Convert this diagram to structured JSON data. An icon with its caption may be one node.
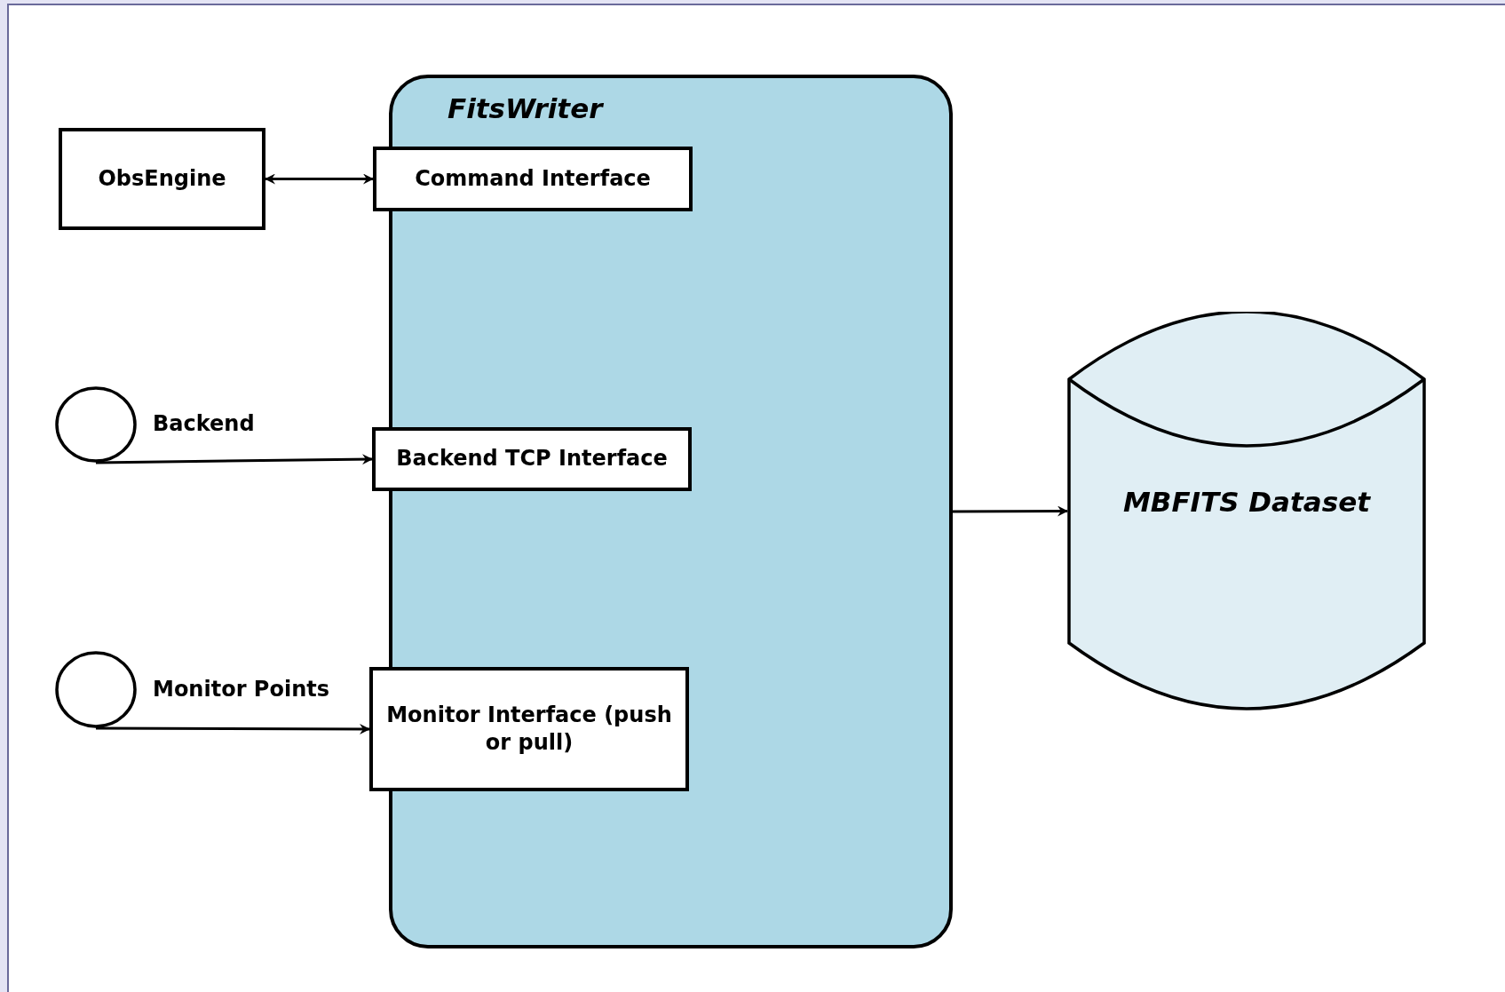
{
  "diagram": {
    "nodes": [
      {
        "text": [
          "FitsWriter"
        ]
      },
      {
        "text": [
          "ObsEngine"
        ]
      },
      {
        "text": [
          "Command Interface"
        ],
        "in": 0
      },
      {
        "text": [],
        "shape": "circle",
        "beside": [
          "Backend"
        ]
      },
      {
        "text": [
          "Backend TCP Interface"
        ],
        "in": 0
      },
      {
        "text": [],
        "shape": "circle",
        "beside": [
          "Monitor Points"
        ]
      },
      {
        "text": [
          "Monitor Interface (push or pull)"
        ],
        "in": 0
      },
      {
        "text": [
          "MBFITS Dataset"
        ]
      }
    ],
    "edges": [
      {
        "from": 1,
        "to": 2,
        "arrow": "both"
      },
      {
        "from": 3,
        "to": 4,
        "arrow": "to"
      },
      {
        "from": 5,
        "to": 6,
        "arrow": "to"
      },
      {
        "from": 0,
        "to": 7,
        "arrow": "to"
      }
    ]
  }
}
